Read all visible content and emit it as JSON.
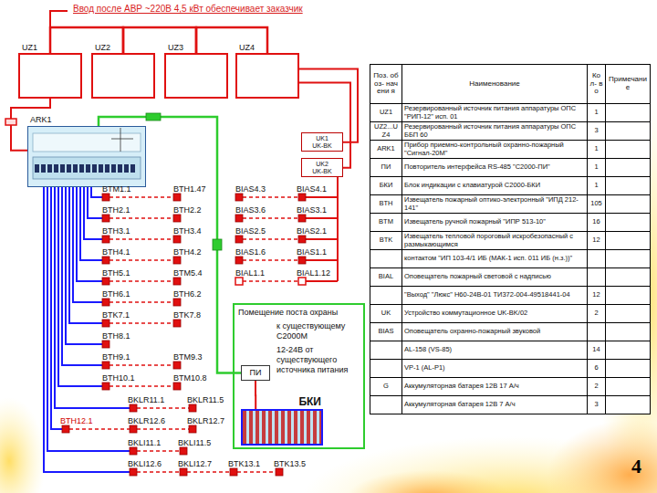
{
  "diagram": {
    "title": "Ввод после АВР ~220В 4,5 кВт обеспечивает заказчик",
    "nodes": [
      {
        "text": [
          "UZ1"
        ]
      },
      {
        "text": [
          "UZ2"
        ]
      },
      {
        "text": [
          "UZ3"
        ]
      },
      {
        "text": [
          "UZ4"
        ]
      },
      {
        "text": [
          "ARK1"
        ]
      },
      {
        "text": [
          "UK1",
          "UK-BK"
        ]
      },
      {
        "text": [
          "UK2",
          "UK-BK"
        ]
      },
      {
        "text": [
          "Помещение поста охраны"
        ]
      },
      {
        "text": [
          "ПИ"
        ],
        "in": 7
      },
      {
        "text": [
          "БКИ"
        ],
        "in": 7
      }
    ],
    "edges": [
      {
        "from": 0,
        "to": 4,
        "arrow": "none"
      },
      {
        "from": 4,
        "to": 8,
        "arrow": "none"
      },
      {
        "from": 8,
        "to": 9,
        "arrow": "none"
      },
      {
        "from": 3,
        "to": 5,
        "arrow": "none"
      },
      {
        "from": 3,
        "to": 6,
        "arrow": "none"
      },
      {
        "from": 0,
        "to": 1,
        "arrow": "none"
      },
      {
        "from": 1,
        "to": 2,
        "arrow": "none"
      },
      {
        "from": 2,
        "to": 3,
        "arrow": "none"
      }
    ],
    "labels": [
      "BTM1.1",
      "BTH1.47",
      "BTH2.1",
      "BTH2.2",
      "BTH3.1",
      "BTH3.4",
      "BTH4.1",
      "BTH4.2",
      "BTH5.1",
      "BTM5.4",
      "BTH6.1",
      "BTH6.2",
      "BTK7.1",
      "BTK7.8",
      "BTH8.1",
      "BTH9.1",
      "BTM9.3",
      "BTH10.1",
      "BTM10.8",
      "BKLR11.1",
      "BKLR11.5",
      "BTH12.1",
      "BKLR12.6",
      "BKLR12.7",
      "BKLI11.1",
      "BKLI11.5",
      "BKLI12.6",
      "BKLI12.7",
      "BTK13.1",
      "BTK13.5",
      "BIAS4.3",
      "BIAS4.1",
      "BIAS3.6",
      "BIAS3.1",
      "BIAS2.5",
      "BIAS2.1",
      "BIAS1.6",
      "BIAS1.1",
      "BIAL1.1",
      "BIAL1.12",
      "к существующему С2000М",
      "12-24В от существующего источника питания",
      "Поз. обоз- начени я",
      "Наименование",
      "Ко л- во",
      "Примечание",
      "UZ1",
      "Резервированный источник питания аппаратуры ОПС \"РИП-12\" исп. 01",
      "1",
      "UZ2...UZ4",
      "Резервированный источник питания аппаратуры ОПС ББП 60",
      "3",
      "ARK1",
      "Прибор приемно-контрольный охранно-пожарный \"Сигнал-20М\"",
      "1",
      "ПИ",
      "Повторитель интерфейса RS-485 \"С2000-ПИ\"",
      "1",
      "БКИ",
      "Блок индикации с клавиатурой С2000-БКИ",
      "1",
      "BTH",
      "Извещатель пожарный оптико-электронный \"ИПД 212-141\"",
      "105",
      "BTM",
      "Извещатель ручной пожарный \"ИПР 513-10\"",
      "16",
      "BTK",
      "Извещатель тепловой пороговый искробезопасный с размыкающимся",
      "12",
      "контактом \"ИП 103-4/1 ИБ (МАК-1 исп. 011 ИБ (н.з.))\"",
      "BIAL",
      "Оповещатель пожарный световой с надписью",
      "\"Выход\" \"Люкс\" Н60-24В-01 ТИ372-004-49518441-04",
      "12",
      "UK",
      "Устройство коммутационное UK-BK/02",
      "2",
      "BIAS",
      "Оповещатель охранно-пожарный звуковой",
      "AL-158 (VS-85)",
      "14",
      "VP-1 (AL-P1)",
      "6",
      "G",
      "Аккумуляторная батарея 12В 17 А/ч",
      "2",
      "Аккумуляторная батарея 12В 7 А/ч",
      "3",
      "4"
    ]
  }
}
